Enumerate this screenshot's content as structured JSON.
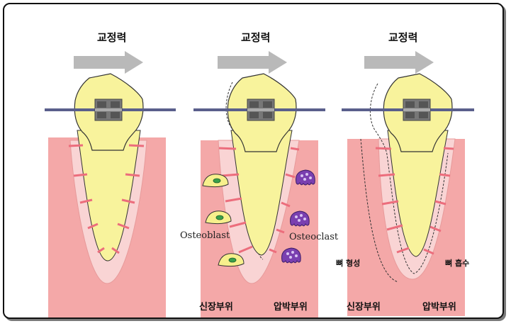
{
  "panels": [
    {
      "force_label": "교정력"
    },
    {
      "force_label": "교정력",
      "cell_left": "Osteoblast",
      "cell_right": "Osteoclast",
      "side_left": "신장부위",
      "side_right": "압박부위"
    },
    {
      "force_label": "교정력",
      "note_left": "뼈 형성",
      "note_right": "뼈 흡수",
      "side_left": "신장부위",
      "side_right": "압박부위"
    }
  ],
  "colors": {
    "bone": "#f4a8a8",
    "ligament": "#f9d4d4",
    "tooth": "#f8f39c",
    "wire": "#5a5f8c",
    "bracket": "#777777",
    "arrow": "#b9b9b9",
    "osteoblast": "#f7f08c",
    "osteoclast": "#7a3fb0"
  }
}
